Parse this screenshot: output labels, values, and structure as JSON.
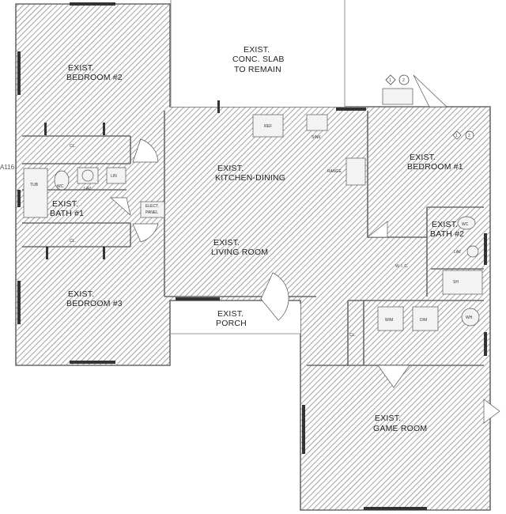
{
  "rooms": {
    "bedroom2": [
      "EXIST.",
      "BEDROOM #2"
    ],
    "slab": [
      "EXIST.",
      "CONC. SLAB",
      "TO REMAIN"
    ],
    "kitchen": [
      "EXIST.",
      "KITCHEN-DINING"
    ],
    "bedroom1": [
      "EXIST.",
      "BEDROOM #1"
    ],
    "bath1": [
      "EXIST.",
      "BATH #1"
    ],
    "bath2": [
      "EXIST.",
      "BATH #2"
    ],
    "living": [
      "EXIST.",
      "LIVING ROOM"
    ],
    "bedroom3": [
      "EXIST.",
      "BEDROOM #3"
    ],
    "porch": [
      "EXIST.",
      "PORCH"
    ],
    "game": [
      "EXIST.",
      "GAME ROOM"
    ]
  },
  "fixtures": {
    "closet": "CL.",
    "tub": "TUB",
    "wc": "WC",
    "lav": "LAV",
    "linen": "LIN",
    "elec_panel": [
      "ELECT.",
      "PANEL"
    ],
    "refrigerator": "REF",
    "sink": "SINK",
    "range": "RANGE",
    "washer": "W/M",
    "dryer": "D/M",
    "water_heater": "WH",
    "shower": "SH",
    "wic": "W. I. C."
  },
  "keynotes": [
    "1",
    "2"
  ],
  "side_tag": "A116"
}
